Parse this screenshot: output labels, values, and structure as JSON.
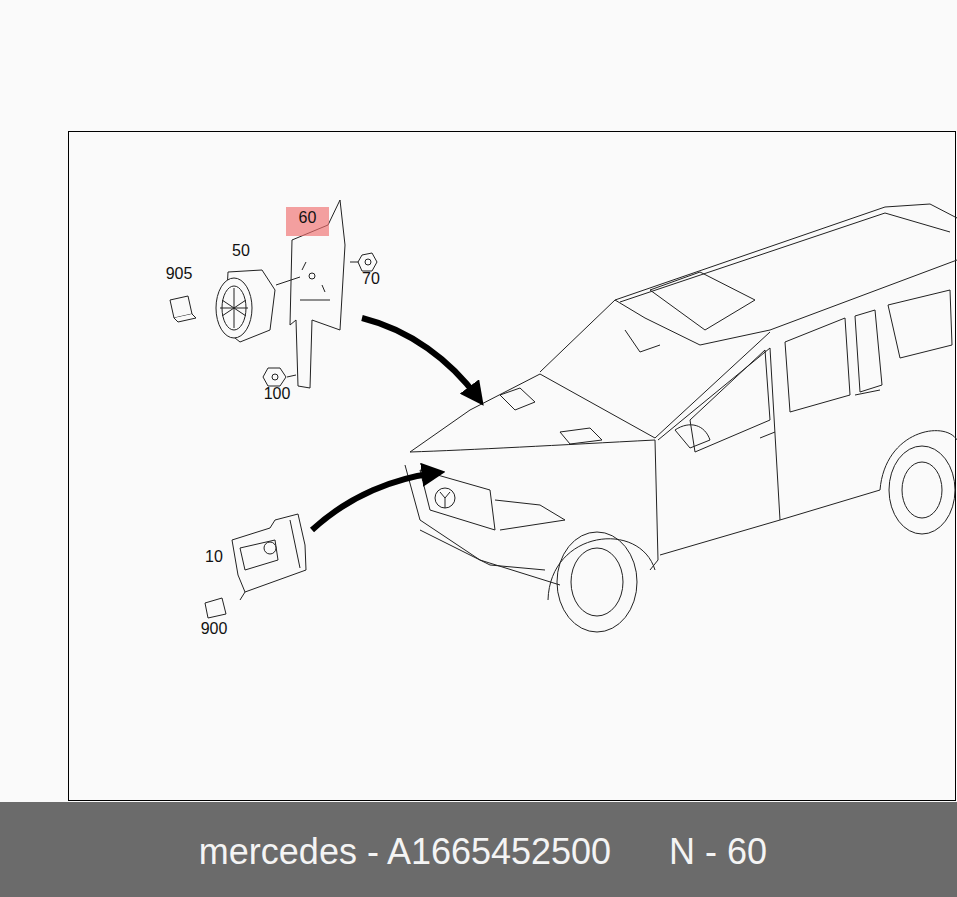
{
  "diagram": {
    "nodes": [
      {
        "text": [
          "60"
        ]
      },
      {
        "text": [
          "mercedes - A1665452500",
          "N - 60"
        ]
      }
    ],
    "labels": [
      "50",
      "905",
      "70",
      "100",
      "10",
      "900"
    ]
  }
}
